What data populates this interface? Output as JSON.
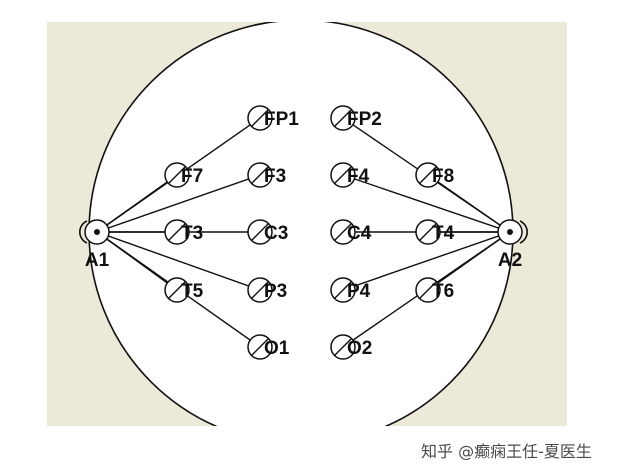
{
  "diagram": {
    "colors": {
      "panel": "#ece9d8",
      "head_fill": "#ffffff",
      "stroke": "#111111"
    },
    "electrodes": [
      {
        "id": "FP1",
        "label": "FP1"
      },
      {
        "id": "FP2",
        "label": "FP2"
      },
      {
        "id": "F7",
        "label": "F7"
      },
      {
        "id": "F3",
        "label": "F3"
      },
      {
        "id": "F4",
        "label": "F4"
      },
      {
        "id": "F8",
        "label": "F8"
      },
      {
        "id": "T3",
        "label": "T3"
      },
      {
        "id": "C3",
        "label": "C3"
      },
      {
        "id": "C4",
        "label": "C4"
      },
      {
        "id": "T4",
        "label": "T4"
      },
      {
        "id": "T5",
        "label": "T5"
      },
      {
        "id": "P3",
        "label": "P3"
      },
      {
        "id": "P4",
        "label": "P4"
      },
      {
        "id": "T6",
        "label": "T6"
      },
      {
        "id": "O1",
        "label": "O1"
      },
      {
        "id": "O2",
        "label": "O2"
      }
    ],
    "references": [
      {
        "id": "A1",
        "label": "A1"
      },
      {
        "id": "A2",
        "label": "A2"
      }
    ],
    "connections": [
      [
        "A1",
        "FP1"
      ],
      [
        "A1",
        "F7"
      ],
      [
        "A1",
        "F3"
      ],
      [
        "A1",
        "T3"
      ],
      [
        "A1",
        "C3"
      ],
      [
        "A1",
        "T5"
      ],
      [
        "A1",
        "P3"
      ],
      [
        "A1",
        "O1"
      ],
      [
        "A2",
        "FP2"
      ],
      [
        "A2",
        "F8"
      ],
      [
        "A2",
        "F4"
      ],
      [
        "A2",
        "T4"
      ],
      [
        "A2",
        "C4"
      ],
      [
        "A2",
        "T6"
      ],
      [
        "A2",
        "P4"
      ],
      [
        "A2",
        "O2"
      ]
    ]
  },
  "watermark": "知乎 @癫痫王任-夏医生"
}
